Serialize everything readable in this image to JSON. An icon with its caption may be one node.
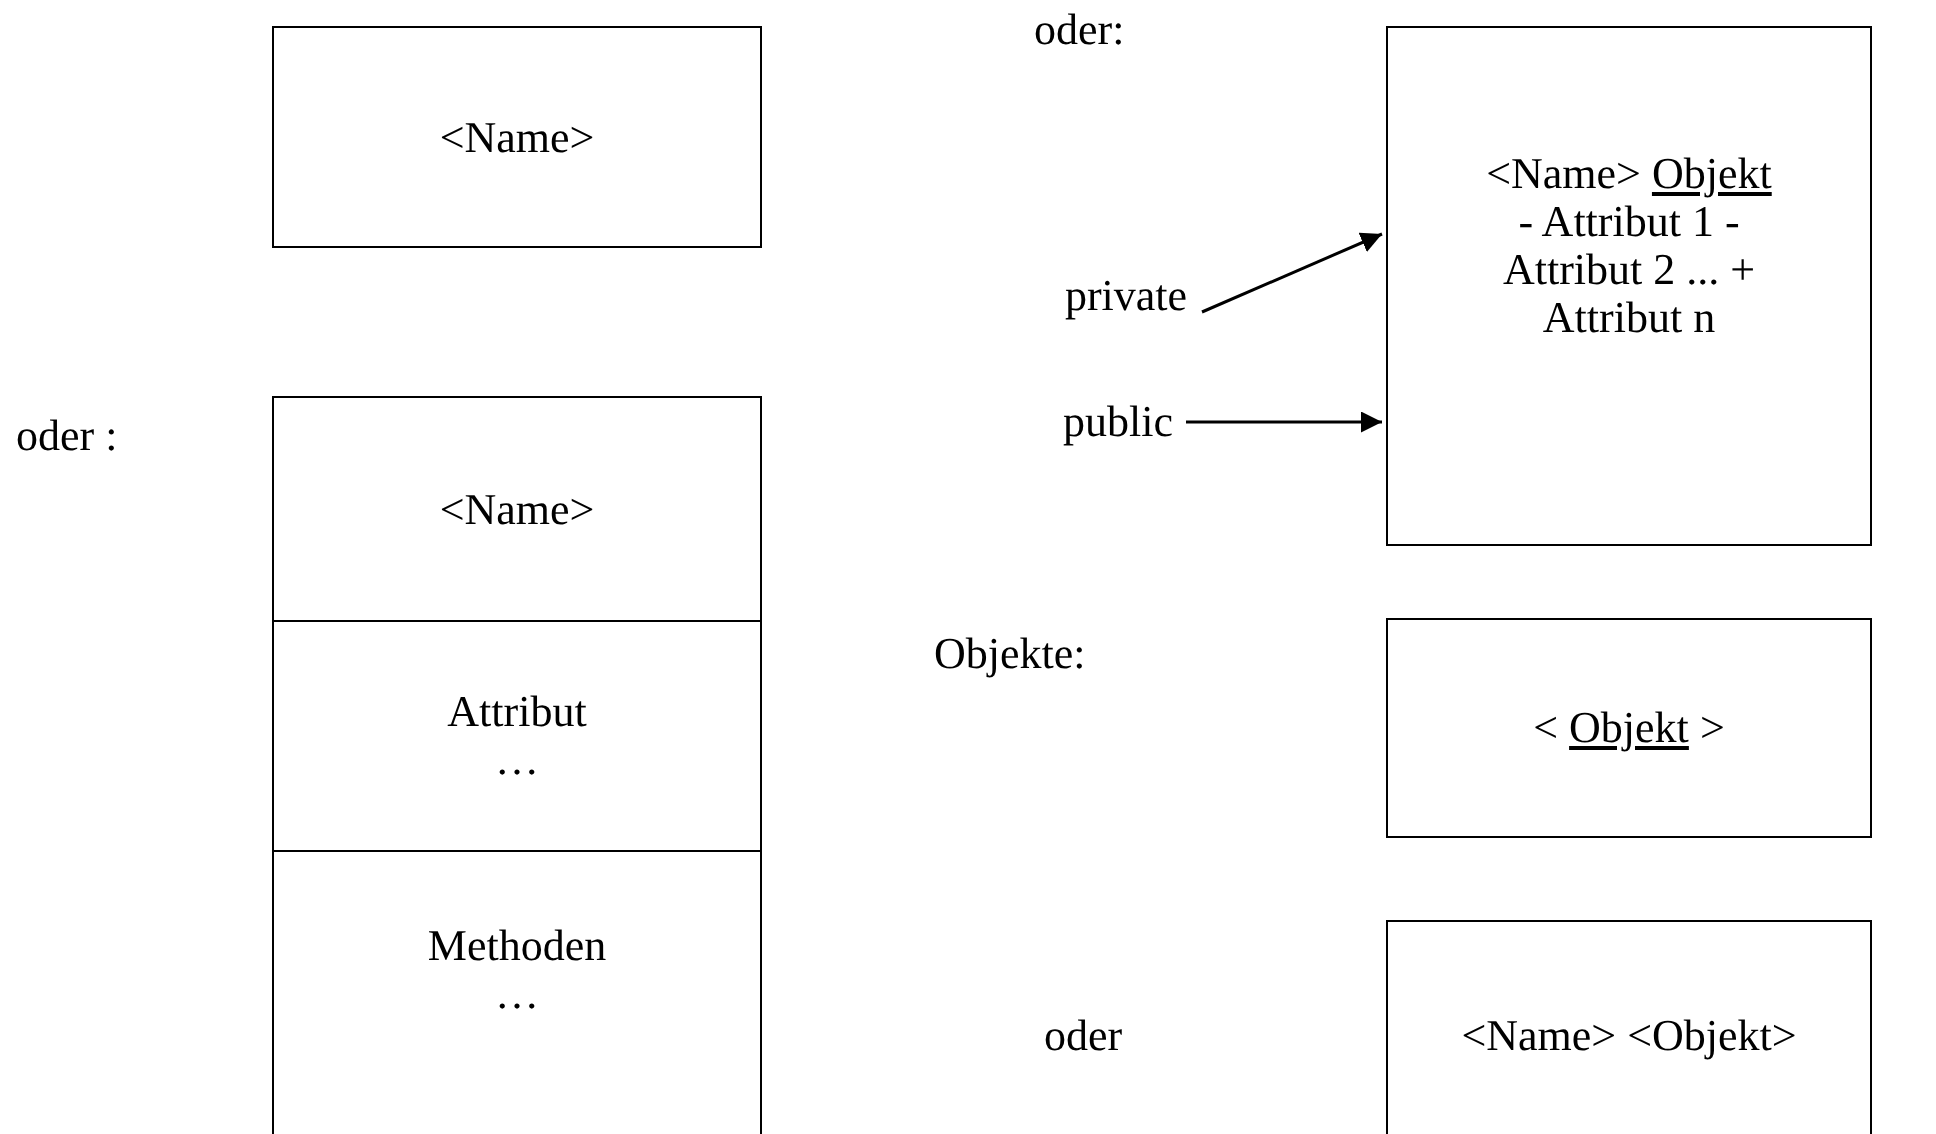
{
  "diagram": {
    "nodes": [
      {
        "text": [
          "<Name>"
        ]
      },
      {
        "text": [
          "<Name>"
        ]
      },
      {
        "text": [
          "Attribut …"
        ]
      },
      {
        "text": [
          "Methoden …"
        ]
      },
      {
        "text": [
          "<Name> Objekt",
          "- Attribut 1 - Attribut 2 ... + Attribut n"
        ]
      },
      {
        "text": [
          "private"
        ]
      },
      {
        "text": [
          "public"
        ]
      },
      {
        "text": [
          "< Objekt >"
        ]
      },
      {
        "text": [
          "<Name> <Objekt>"
        ]
      }
    ],
    "edges": [
      {
        "from": 5,
        "to": 4,
        "arrow": "to"
      },
      {
        "from": 6,
        "to": 4,
        "arrow": "to"
      }
    ],
    "labels": [
      "oder:",
      "oder :",
      "Objekte:",
      "oder"
    ]
  }
}
